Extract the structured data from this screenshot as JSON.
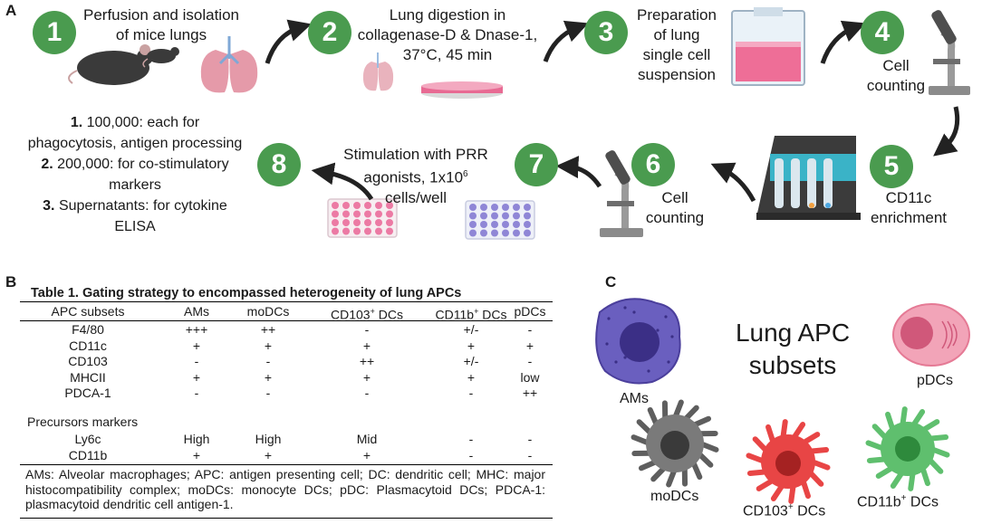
{
  "panels": {
    "A": "A",
    "B": "B",
    "C": "C"
  },
  "steps": [
    {
      "num": "1",
      "lines": [
        "Perfusion and isolation",
        "of mice lungs"
      ]
    },
    {
      "num": "2",
      "lines": [
        "Lung digestion in",
        "collagenase-D & Dnase-1,",
        "37°C, 45 min"
      ]
    },
    {
      "num": "3",
      "lines": [
        "Preparation",
        "of lung",
        "single cell",
        "suspension"
      ]
    },
    {
      "num": "4",
      "lines": [
        "Cell",
        "counting"
      ]
    },
    {
      "num": "5",
      "lines": [
        "CD11c",
        "enrichment"
      ]
    },
    {
      "num": "6",
      "lines": [
        "Cell",
        "counting"
      ]
    },
    {
      "num": "7",
      "lines": [
        "Stimulation with PRR",
        "agonists, 1x10",
        "6",
        "cells/well"
      ]
    },
    {
      "num": "8",
      "items": [
        {
          "n": "1.",
          "text": " 100,000: each for"
        },
        {
          "text": "phagocytosis, antigen processing"
        },
        {
          "n": "2.",
          "text": " 200,000: for co-stimulatory"
        },
        {
          "text": "markers"
        },
        {
          "n": "3.",
          "text": " Supernatants: for cytokine"
        },
        {
          "text": "ELISA"
        }
      ]
    }
  ],
  "table": {
    "title": "Table 1. Gating strategy to encompassed heterogeneity of lung APCs",
    "headers": [
      {
        "t": "APC subsets"
      },
      {
        "t": "AMs"
      },
      {
        "t": "moDCs"
      },
      {
        "t": "CD103",
        "sup": "+",
        "rest": " DCs"
      },
      {
        "t": "CD11b",
        "sup": "+",
        "rest": " DCs"
      },
      {
        "t": "pDCs"
      }
    ],
    "rows": [
      [
        "F4/80",
        "+++",
        "++",
        "-",
        "+/-",
        "-"
      ],
      [
        "CD11c",
        "+",
        "+",
        "+",
        "+",
        "+"
      ],
      [
        "CD103",
        "-",
        "-",
        "++",
        "+/-",
        "-"
      ],
      [
        "MHCII",
        "+",
        "+",
        "+",
        "+",
        "low"
      ],
      [
        "PDCA-1",
        "-",
        "-",
        "-",
        "-",
        "++"
      ]
    ],
    "precursor_label": "Precursors markers",
    "precursor_rows": [
      [
        "Ly6c",
        "High",
        "High",
        "Mid",
        "-",
        "-"
      ],
      [
        "CD11b",
        "+",
        "+",
        "+",
        "-",
        "-"
      ]
    ],
    "footnote": "AMs: Alveolar macrophages; APC: antigen presenting cell; DC: dendritic cell; MHC: major histocompatibility complex; moDCs: monocyte DCs; pDC: Plasmacytoid DCs; PDCA-1: plasmacytoid dendritic cell antigen-1."
  },
  "panel_c": {
    "title_lines": [
      "Lung APC",
      "subsets"
    ],
    "labels": {
      "ams": "AMs",
      "pdcs": "pDCs",
      "modcs": "moDCs",
      "cd103": {
        "t": "CD103",
        "sup": "+",
        "rest": " DCs"
      },
      "cd11b": {
        "t": "CD11b",
        "sup": "+",
        "rest": " DCs"
      }
    }
  },
  "colors": {
    "step_green": "#4a9b4f",
    "am_purple": "#6a5fbf",
    "modc_gray": "#7a7a7a",
    "cd103_red": "#e84545",
    "cd11b_green": "#5fbf6e",
    "pdc_pink": "#e57a95"
  },
  "icons": [
    "mouse-icon",
    "lungs-icon",
    "petri-dish-icon",
    "beaker-icon",
    "microscope-icon",
    "test-tube-rack-icon",
    "well-plate-icon",
    "curved-arrow-icon"
  ]
}
